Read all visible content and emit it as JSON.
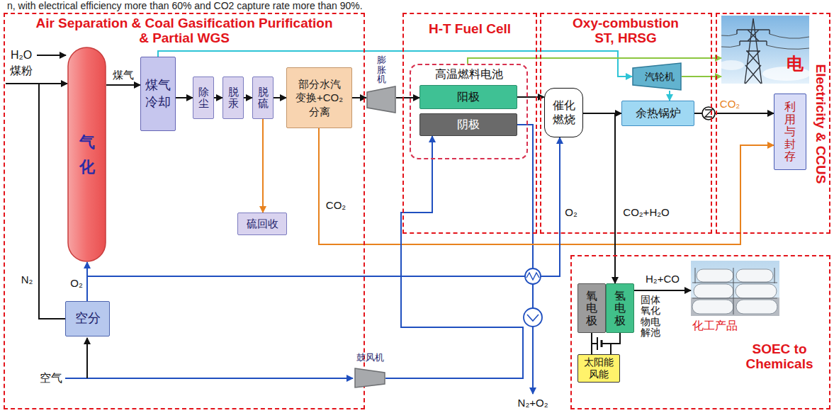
{
  "diagram": {
    "nodes": [
      {
        "text": [
          "Air Separation & Coal Gasification Purification & Partial WGS"
        ]
      },
      {
        "text": [
          "气化"
        ],
        "in": 0
      },
      {
        "text": [
          "煤气冷却"
        ],
        "in": 0
      },
      {
        "text": [
          "除尘"
        ],
        "in": 0
      },
      {
        "text": [
          "脱汞"
        ],
        "in": 0
      },
      {
        "text": [
          "脱硫"
        ],
        "in": 0
      },
      {
        "text": [
          "部分水汽变换+CO₂分离"
        ],
        "in": 0
      },
      {
        "text": [
          "硫回收"
        ],
        "in": 0
      },
      {
        "text": [
          "空分"
        ],
        "in": 0
      },
      {
        "text": [
          "膨胀机"
        ]
      },
      {
        "text": [
          "鼓风机"
        ]
      },
      {
        "text": [
          "H-T Fuel Cell"
        ]
      },
      {
        "text": [
          "高温燃料电池"
        ],
        "in": 11
      },
      {
        "text": [
          "阳极"
        ],
        "in": 12
      },
      {
        "text": [
          "阴极"
        ],
        "in": 12
      },
      {
        "text": [
          "Oxy-combustion ST, HRSG"
        ]
      },
      {
        "text": [
          "催化燃烧"
        ],
        "in": 15
      },
      {
        "text": [
          "汽轮机"
        ],
        "in": 15
      },
      {
        "text": [
          "余热锅炉"
        ],
        "in": 15
      },
      {
        "text": [
          "Electricity & CCUS"
        ]
      },
      {
        "text": [
          "电"
        ],
        "in": 19
      },
      {
        "text": [
          "利用与封存"
        ],
        "in": 19
      },
      {
        "text": [
          "SOEC to Chemicals"
        ]
      },
      {
        "text": [
          "氧电极"
        ],
        "in": 22
      },
      {
        "text": [
          "氢电极"
        ],
        "in": 22
      },
      {
        "text": [
          "太阳能风能"
        ],
        "in": 22
      },
      {
        "text": [
          "化工产品"
        ],
        "in": 22
      }
    ],
    "edges": [
      {
        "from": 1,
        "to": 2,
        "arrow": "to",
        "label": "煤气"
      },
      {
        "from": 2,
        "to": 3,
        "arrow": "to"
      },
      {
        "from": 3,
        "to": 4,
        "arrow": "to"
      },
      {
        "from": 4,
        "to": 5,
        "arrow": "to"
      },
      {
        "from": 5,
        "to": 6,
        "arrow": "to"
      },
      {
        "from": 5,
        "to": 7,
        "arrow": "to"
      },
      {
        "from": 6,
        "to": 9,
        "arrow": "to"
      },
      {
        "from": 9,
        "to": 13,
        "arrow": "to"
      },
      {
        "from": 13,
        "to": 16,
        "arrow": "to"
      },
      {
        "from": 16,
        "to": 18,
        "arrow": "to"
      },
      {
        "from": 18,
        "to": 21,
        "arrow": "to",
        "label": "CO₂"
      },
      {
        "from": 6,
        "to": 21,
        "arrow": "to",
        "label": "CO₂"
      },
      {
        "from": 8,
        "to": 1,
        "arrow": "to",
        "label": "O₂"
      },
      {
        "from": 8,
        "to": 1,
        "arrow": "to",
        "label": "N₂"
      },
      {
        "from": 8,
        "to": 16,
        "arrow": "to",
        "label": "O₂"
      },
      {
        "from": 10,
        "to": 14,
        "arrow": "to"
      },
      {
        "from": 2,
        "to": 17,
        "arrow": "to"
      },
      {
        "from": 17,
        "to": 18,
        "arrow": "to"
      },
      {
        "from": 12,
        "to": 20,
        "arrow": "to"
      },
      {
        "from": 17,
        "to": 20,
        "arrow": "to"
      },
      {
        "from": 16,
        "to": 24,
        "arrow": "to",
        "label": "CO₂+H₂O"
      },
      {
        "from": 24,
        "to": 26,
        "arrow": "to",
        "label": "H₂+CO"
      },
      {
        "from": 25,
        "to": 23,
        "arrow": "none"
      },
      {
        "from": 25,
        "to": 24,
        "arrow": "none"
      }
    ],
    "labels": [
      "n, with electrical efficiency more than 60% and CO2 capture rate more than 90%.",
      "H₂O",
      "煤粉",
      "空气",
      "N₂+O₂",
      "固体氧化物电解池"
    ]
  }
}
